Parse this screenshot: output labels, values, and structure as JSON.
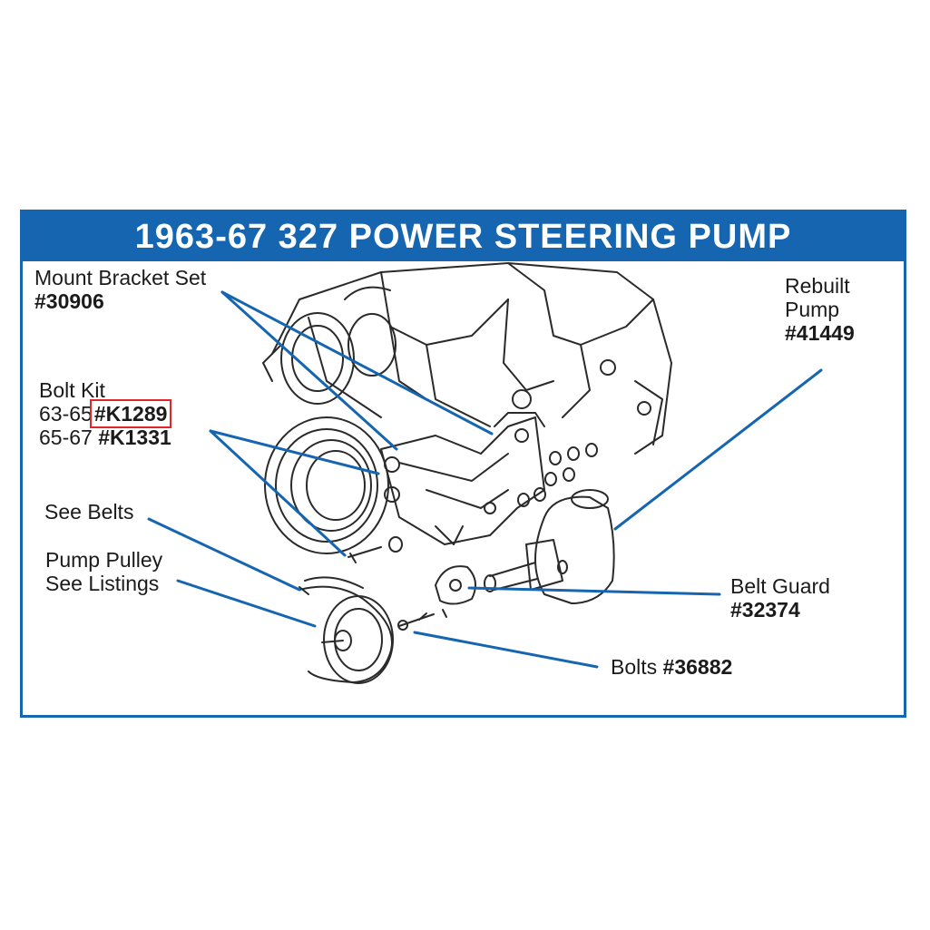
{
  "title": "1963-67 327 POWER STEERING PUMP",
  "accent_color": "#1565b0",
  "highlight_color": "#e0262b",
  "labels": {
    "mount_bracket": {
      "text": "Mount Bracket Set",
      "part": "#30906"
    },
    "bolt_kit": {
      "text": "Bolt Kit",
      "row1_years": "63-65",
      "row1_part": "#K1289",
      "row2_years": "65-67",
      "row2_part": "#K1331"
    },
    "see_belts": {
      "text": "See Belts"
    },
    "pump_pulley": {
      "line1": "Pump Pulley",
      "line2": "See Listings"
    },
    "rebuilt_pump": {
      "line1": "Rebuilt",
      "line2": "Pump",
      "part": "#41449"
    },
    "belt_guard": {
      "text": "Belt Guard",
      "part": "#32374"
    },
    "bolts": {
      "text": "Bolts",
      "part": "#36882"
    }
  }
}
